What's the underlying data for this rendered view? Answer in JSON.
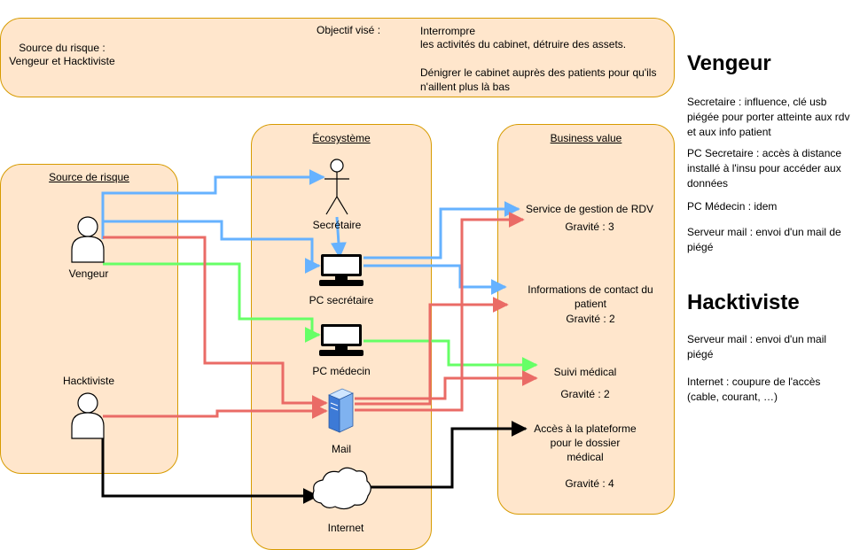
{
  "objective_panel": {
    "source_label": "Source du risque :",
    "source_value": "Vengeur et Hacktiviste",
    "objective_label": "Objectif visé :",
    "objective_line1": "Interrompre",
    "objective_line2": "les activités du cabinet, détruire des assets.",
    "objective_line3": "Dénigrer le cabinet auprès des patients pour qu'ils",
    "objective_line4": "n'aillent plus là bas"
  },
  "source_panel": {
    "title": "Source de risque",
    "actors": [
      {
        "label": "Vengeur",
        "icon": "user-icon"
      },
      {
        "label": "Hacktiviste",
        "icon": "user-icon"
      }
    ]
  },
  "ecosystem_panel": {
    "title": "Écosystème",
    "nodes": [
      {
        "label": "Secrétaire",
        "icon": "person-icon"
      },
      {
        "label": "PC secrétaire",
        "icon": "computer-icon"
      },
      {
        "label": "PC médecin",
        "icon": "computer-icon"
      },
      {
        "label": "Mail",
        "icon": "server-icon"
      },
      {
        "label": "Internet",
        "icon": "cloud-icon"
      }
    ]
  },
  "business_panel": {
    "title": "Business value",
    "items": [
      {
        "name": "Service de gestion de RDV",
        "gravity": "Gravité : 3"
      },
      {
        "name_line1": "Informations de contact du",
        "name_line2": "patient",
        "gravity": "Gravité : 2"
      },
      {
        "name": "Suivi médical",
        "gravity": "Gravité : 2"
      },
      {
        "name_line1": "Accès à la plateforme",
        "name_line2": "pour le dossier",
        "name_line3": "médical",
        "gravity": "Gravité : 4"
      }
    ]
  },
  "vengeur_notes": {
    "title": "Vengeur",
    "notes": [
      "Secretaire : influence, clé usb piégée pour porter atteinte aux rdv et aux info patient",
      "PC Secretaire : accès à distance installé à l'insu pour accéder aux données",
      "PC Médecin : idem",
      "Serveur mail : envoi d'un mail de piégé"
    ]
  },
  "hacktiviste_notes": {
    "title": "Hacktiviste",
    "notes": [
      "Serveur mail : envoi d'un mail piégé",
      "Internet : coupure de l'accès (cable, courant, …)"
    ]
  },
  "colors": {
    "panel_fill": "#ffe6cc",
    "panel_border": "#d79b00",
    "blue_edge": "#66b2ff",
    "green_edge": "#66ff66",
    "red_edge": "#ea6b66",
    "black_edge": "#000000"
  }
}
